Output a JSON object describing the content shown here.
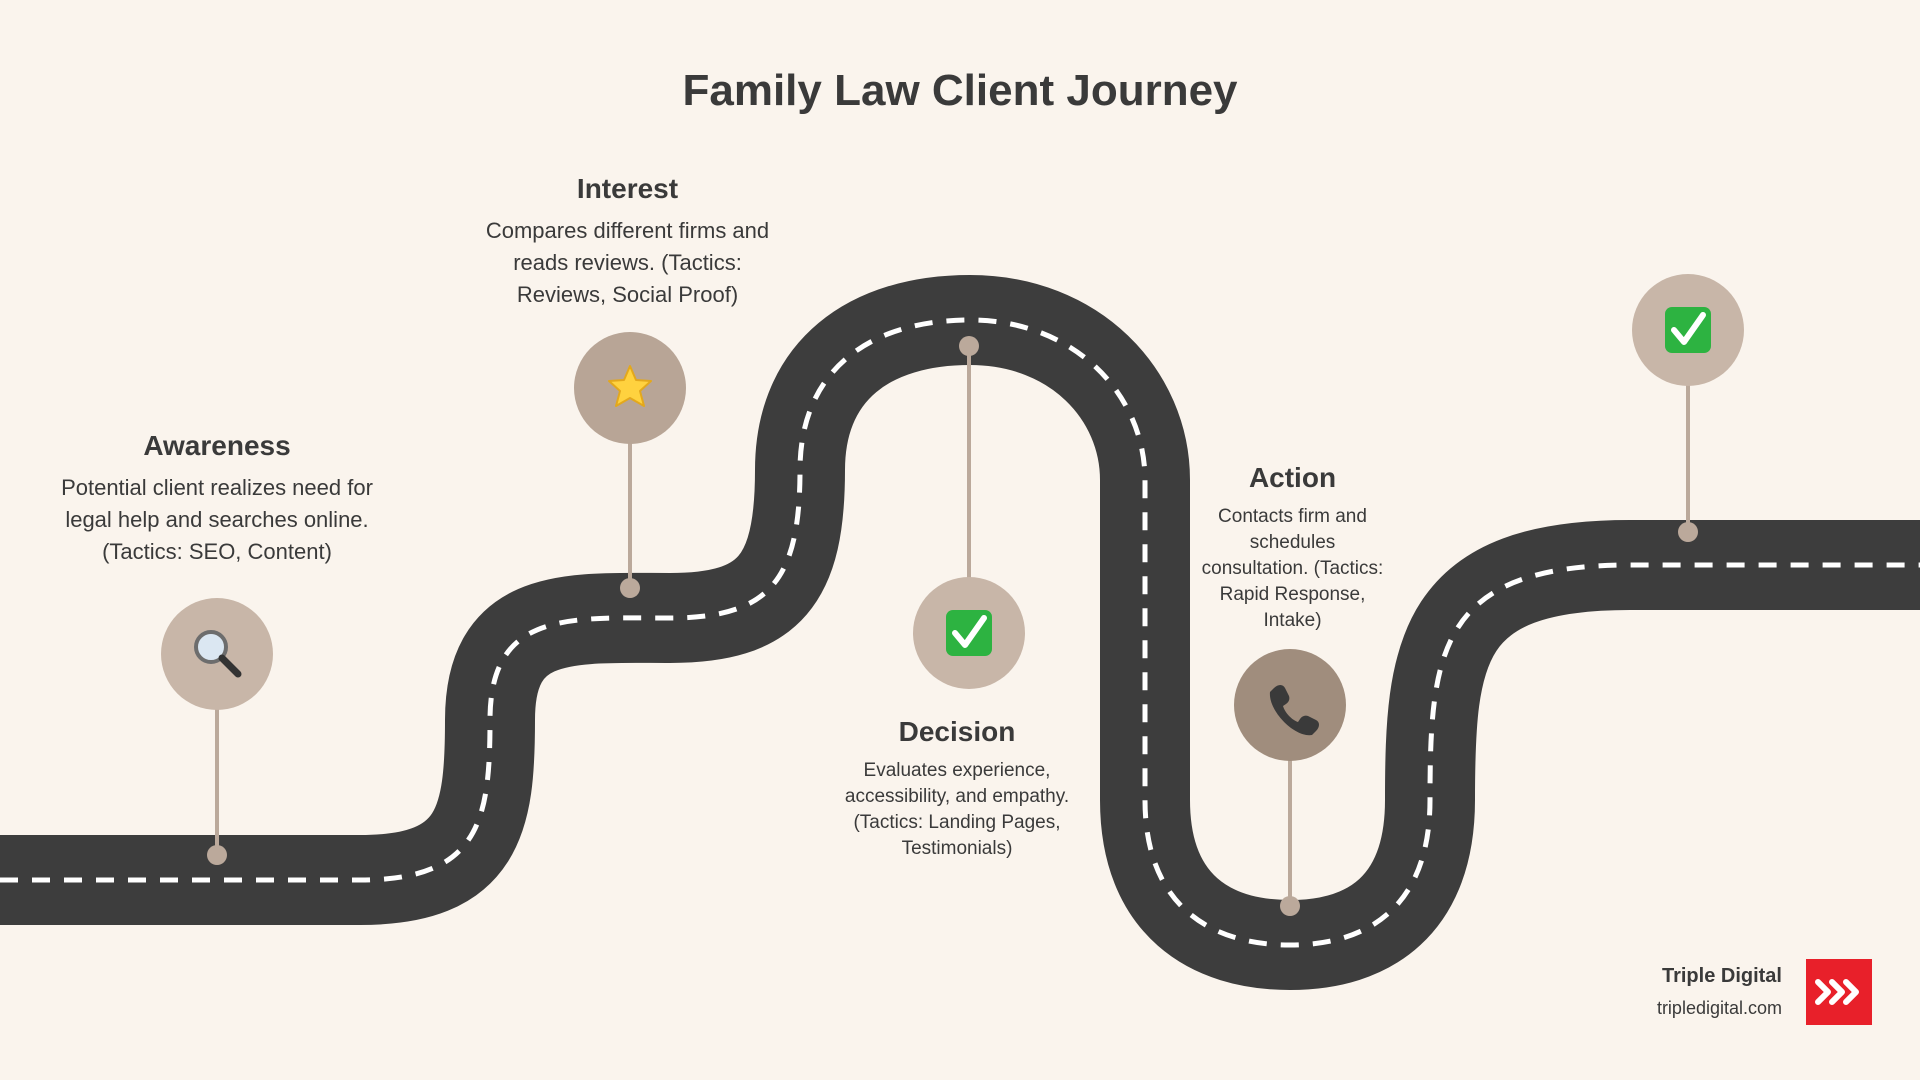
{
  "title": "Family Law Client Journey",
  "stages": [
    {
      "title": "Awareness",
      "desc": "Potential client realizes need for legal help and searches online. (Tactics: SEO, Content)",
      "icon": "magnifier-icon"
    },
    {
      "title": "Interest",
      "desc": "Compares different firms and reads reviews. (Tactics: Reviews, Social Proof)",
      "icon": "star-icon"
    },
    {
      "title": "Decision",
      "desc": "Evaluates experience, accessibility, and empathy. (Tactics: Landing Pages, Testimonials)",
      "icon": "checkmark-icon"
    },
    {
      "title": "Action",
      "desc": "Contacts firm and schedules consultation. (Tactics: Rapid Response, Intake)",
      "icon": "phone-icon"
    },
    {
      "title": "",
      "desc": "",
      "icon": "checkmark-icon"
    }
  ],
  "brand": {
    "name": "Triple Digital",
    "url": "tripledigital.com",
    "logo_color": "#e8202a"
  },
  "colors": {
    "background": "#faf4ed",
    "road": "#3d3d3d",
    "road_dash": "#ffffff",
    "pin": "#bba99b",
    "pin_dark": "#a08d7d",
    "text": "#3a3a3a"
  }
}
